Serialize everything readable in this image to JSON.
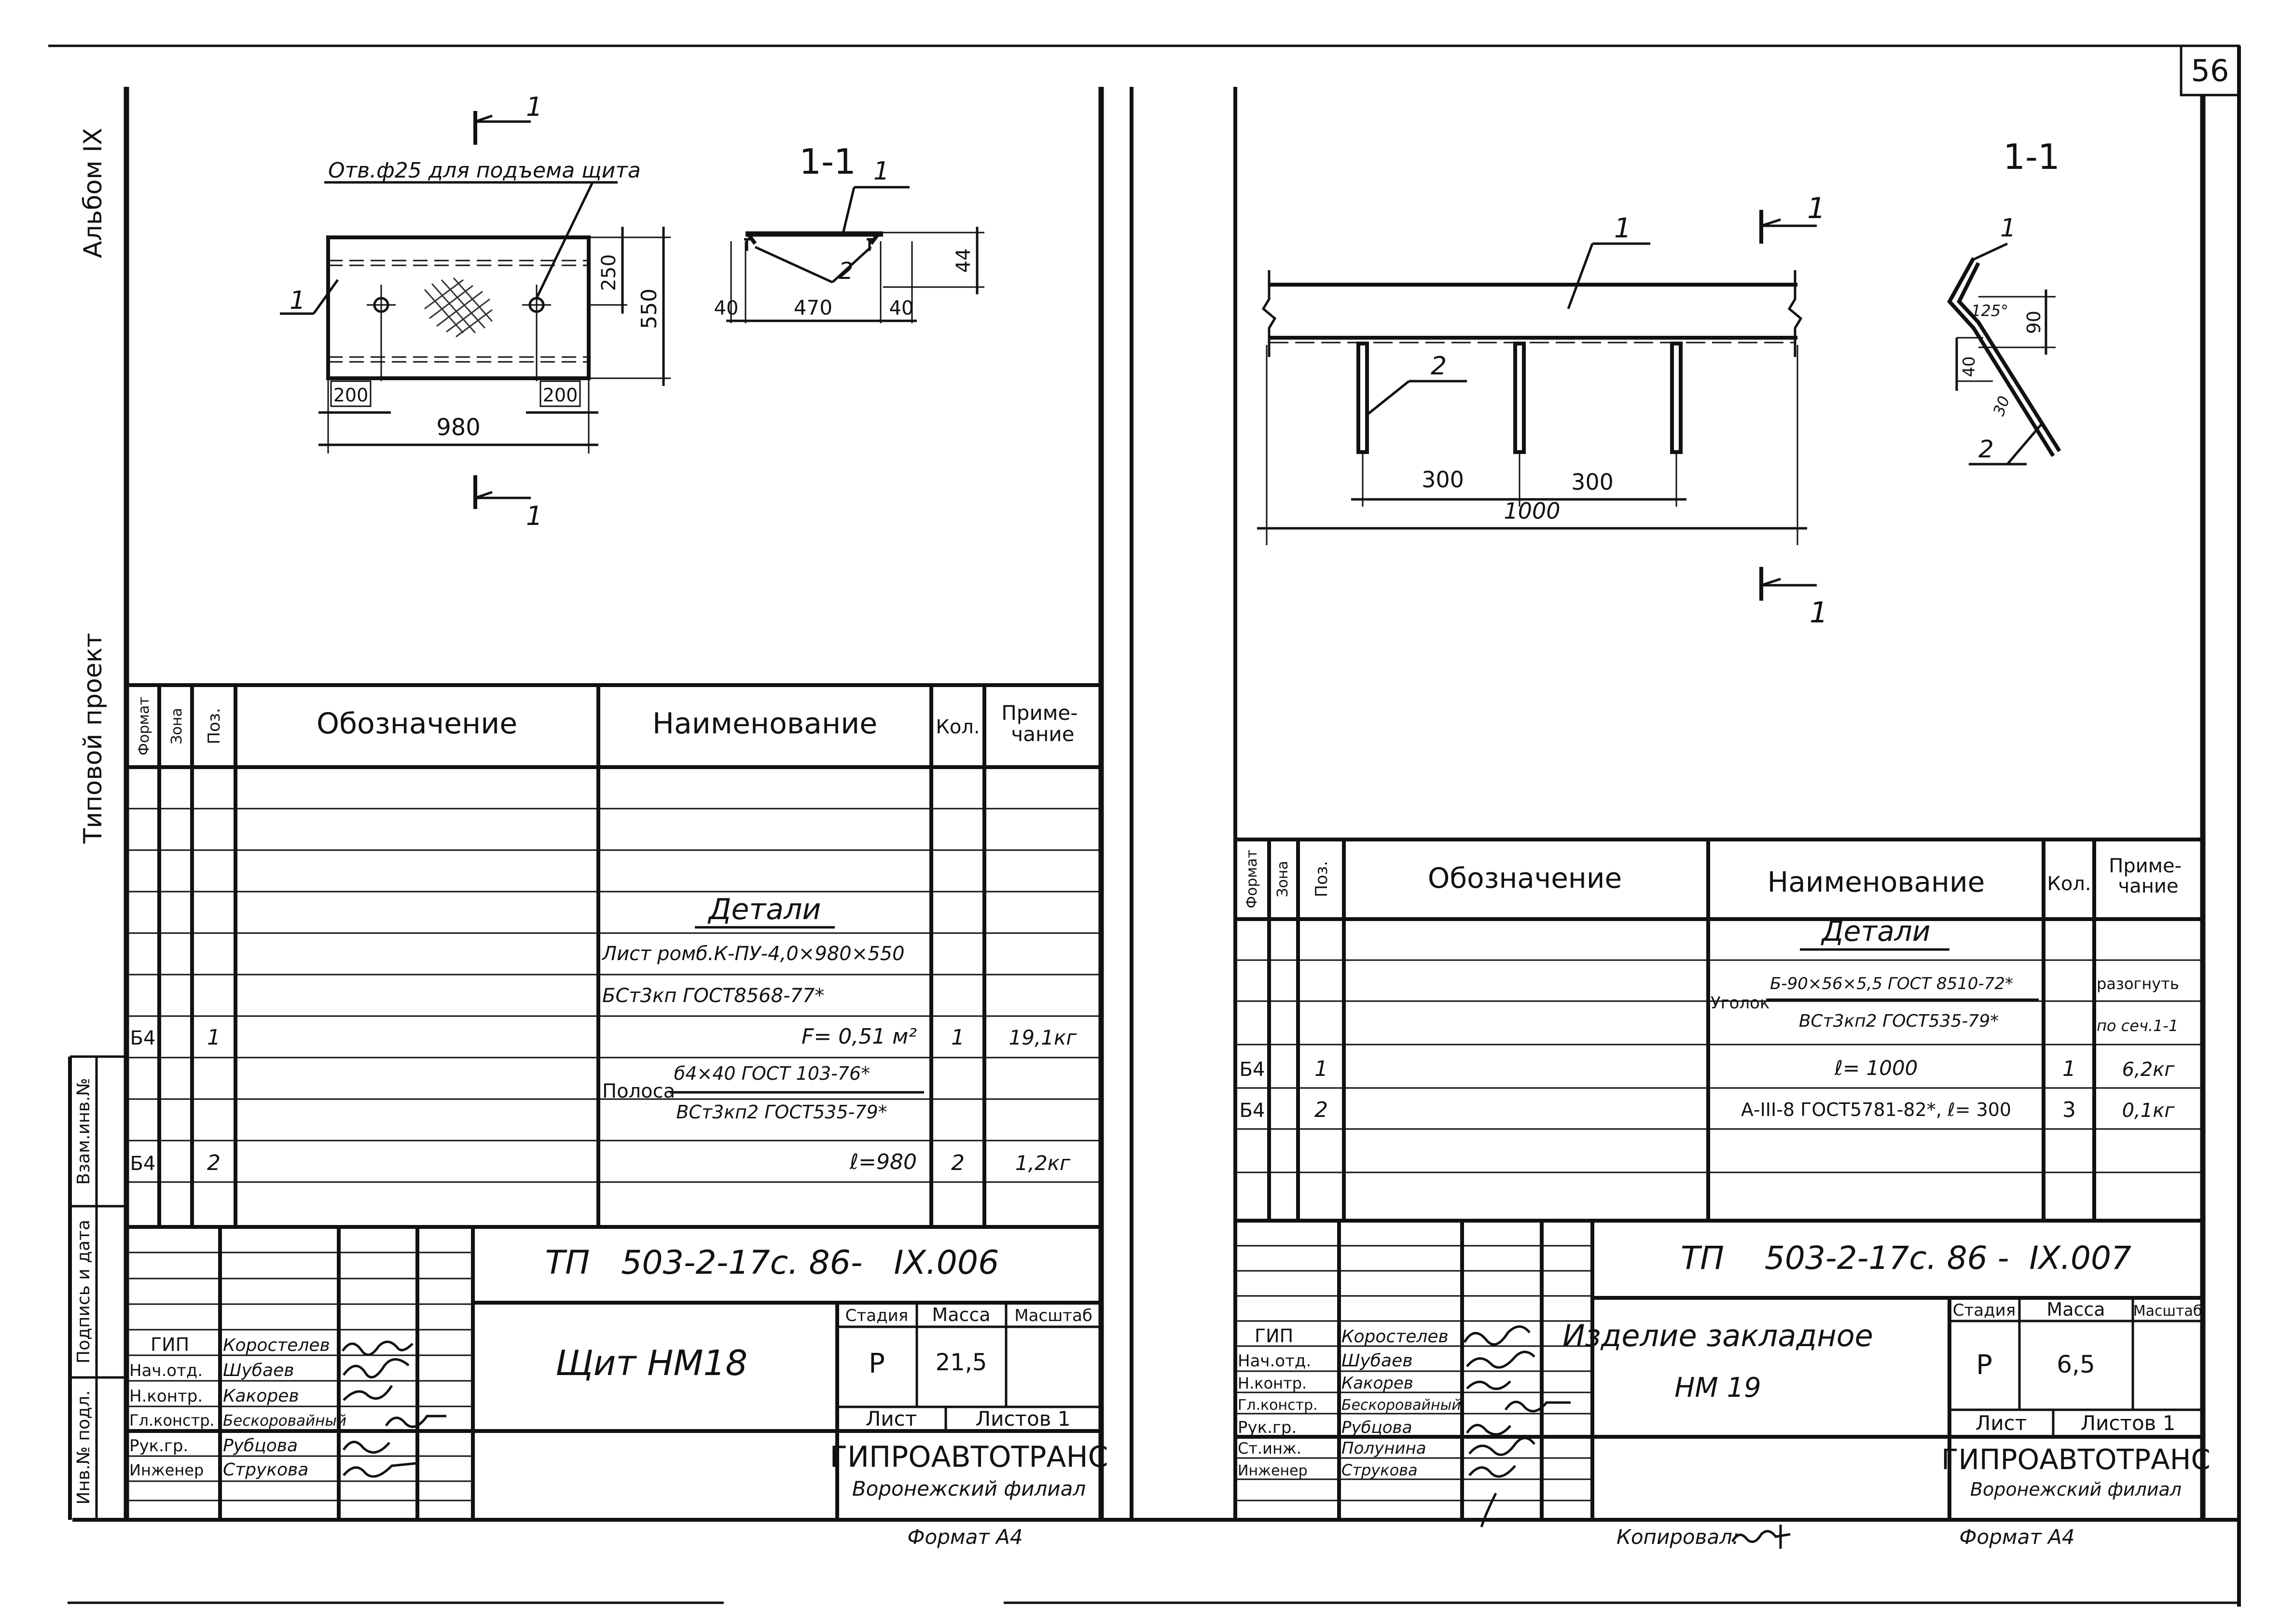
{
  "sheet": {
    "page_number": "56",
    "left_margin": {
      "album": "Альбом IX",
      "project": "Типовой проект",
      "fields": [
        "Взам.инв.№",
        "Подпись и дата",
        "Инв.№ подл."
      ]
    },
    "footer": {
      "left_format": "Формат А4",
      "copied": "Копировал:",
      "right_format": "Формат А4"
    }
  },
  "left": {
    "drawing": {
      "hole_note": "Отв.ф25 для подъема щита",
      "section_title": "1-1",
      "cut_mark": "1",
      "callouts": [
        "1",
        "1",
        "2"
      ],
      "dims": {
        "d250": "250",
        "d550": "550",
        "d200a": "200",
        "d200b": "200",
        "d980": "980",
        "d40a": "40",
        "d470": "470",
        "d40b": "40",
        "d44": "44"
      }
    },
    "spec": {
      "headers": {
        "format": "Формат",
        "zone": "Зона",
        "pos": "Поз.",
        "designation": "Обозначение",
        "name": "Наименование",
        "qty": "Кол.",
        "note": "Приме-\nчание"
      },
      "section": "Детали",
      "rows": [
        {
          "format": "",
          "pos": "",
          "name": "Лист ромб.К-ПУ-4,0×980×550",
          "qty": "",
          "note": ""
        },
        {
          "format": "",
          "pos": "",
          "name": "БСт3кп ГОСТ8568-77*",
          "qty": "",
          "note": ""
        },
        {
          "format": "Б4",
          "pos": "1",
          "name": "F= 0,51 м²",
          "qty": "1",
          "note": "19,1кг"
        },
        {
          "format": "",
          "pos": "",
          "name": "Полоса",
          "qty": "",
          "note": ""
        },
        {
          "format": "Б4",
          "pos": "2",
          "name": "ℓ=980",
          "qty": "2",
          "note": "1,2кг"
        }
      ],
      "strip_fraction": {
        "top": "б4×40 ГОСТ 103-76*",
        "bottom": "ВСт3кп2 ГОСТ535-79*"
      }
    },
    "title_block": {
      "code": "ТП   503-2-17с. 86-   IX.006",
      "name": "Щит НМ18",
      "stage_label": "Стадия",
      "mass_label": "Масса",
      "scale_label": "Масштаб",
      "stage": "Р",
      "mass": "21,5",
      "sheet_label": "Лист",
      "sheets_label": "Листов 1",
      "org": "ГИПРОАВТОТРАНС",
      "branch": "Воронежский филиал",
      "people": [
        {
          "role": "ГИП",
          "name": "Коростелев"
        },
        {
          "role": "Нач.отд.",
          "name": "Шубаев"
        },
        {
          "role": "Н.контр.",
          "name": "Какорев"
        },
        {
          "role": "Гл.констр.",
          "name": "Бескоровайный"
        },
        {
          "role": "Рук.гр.",
          "name": "Рубцова"
        },
        {
          "role": "Инженер",
          "name": "Струкова"
        }
      ]
    }
  },
  "right": {
    "drawing": {
      "section_title": "1-1",
      "cut_mark": "1",
      "callouts": [
        "1",
        "2",
        "1",
        "2"
      ],
      "dims": {
        "d300a": "300",
        "d300b": "300",
        "d1000": "1000",
        "d90": "90",
        "d40": "40",
        "d30": "30",
        "angle": "125°"
      }
    },
    "spec": {
      "headers": {
        "format": "Формат",
        "zone": "Зона",
        "pos": "Поз.",
        "designation": "Обозначение",
        "name": "Наименование",
        "qty": "Кол.",
        "note": "Приме-\nчание"
      },
      "section": "Детали",
      "angle_prefix": "Уголок",
      "angle_fraction": {
        "top": "Б-90×56×5,5 ГОСТ 8510-72*",
        "bottom": "ВСт3кп2 ГОСТ535-79*"
      },
      "angle_notes": [
        "разогнуть",
        "по сеч.1-1"
      ],
      "rows": [
        {
          "format": "Б4",
          "pos": "1",
          "name": "ℓ= 1000",
          "qty": "1",
          "note": "6,2кг"
        },
        {
          "format": "Б4",
          "pos": "2",
          "name": "А-III-8 ГОСТ5781-82*, ℓ= 300",
          "qty": "3",
          "note": "0,1кг"
        }
      ]
    },
    "title_block": {
      "code": "ТП    503-2-17с. 86 -  IX.007",
      "name_line1": "Изделие закладное",
      "name_line2": "НМ 19",
      "stage_label": "Стадия",
      "mass_label": "Масса",
      "scale_label": "Масштаб",
      "stage": "Р",
      "mass": "6,5",
      "sheet_label": "Лист",
      "sheets_label": "Листов 1",
      "org": "ГИПРОАВТОТРАНС",
      "branch": "Воронежский филиал",
      "people": [
        {
          "role": "ГИП",
          "name": "Коростелев"
        },
        {
          "role": "Нач.отд.",
          "name": "Шубаев"
        },
        {
          "role": "Н.контр.",
          "name": "Какорев"
        },
        {
          "role": "Гл.констр.",
          "name": "Бескоровайный"
        },
        {
          "role": "Рук.гр.",
          "name": "Рубцова"
        },
        {
          "role": "Ст.инж.",
          "name": "Полунина"
        },
        {
          "role": "Инженер",
          "name": "Струкова"
        }
      ]
    }
  }
}
